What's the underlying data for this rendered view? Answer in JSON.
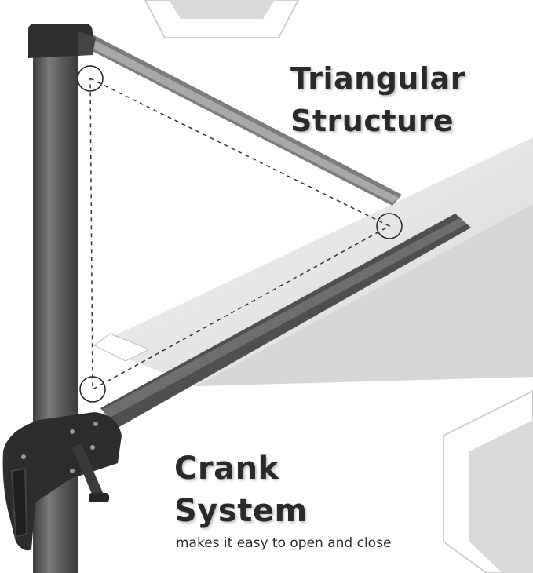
{
  "feature_top": {
    "line1": "Triangular",
    "line2": "Structure"
  },
  "feature_bottom": {
    "line1": "Crank",
    "line2": "System",
    "caption": "makes it easy to open and close"
  },
  "colors": {
    "background": "#ffffff",
    "text": "#2a2a2a",
    "pole": "#5b5b5b",
    "canopy": "#ededed",
    "canopy_shade": "#d4d4d4",
    "hex_fill": "#d9d9d9"
  }
}
